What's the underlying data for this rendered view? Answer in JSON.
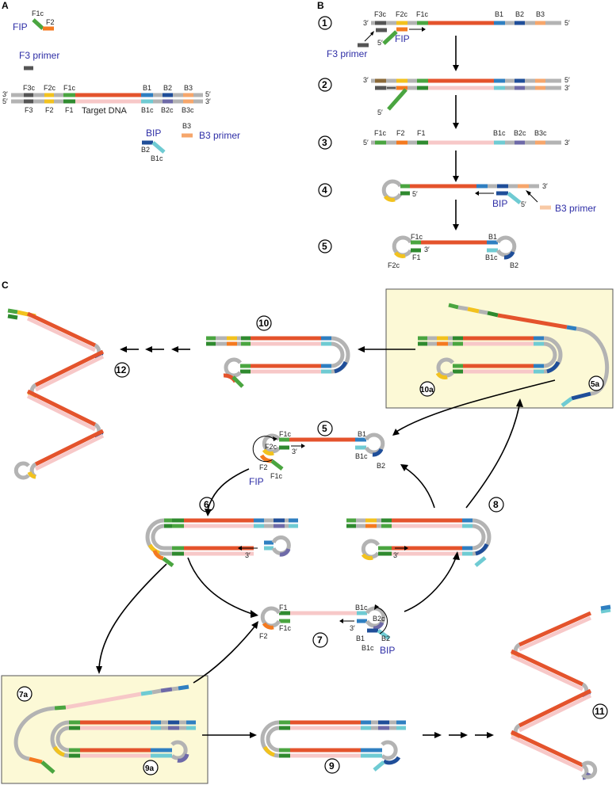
{
  "colors": {
    "gray": "#b3b3b3",
    "dark": "#555555",
    "red": "#e4532c",
    "pink": "#f7c8c8",
    "green": "#4aa540",
    "darkgreen": "#2f8a2f",
    "yellow": "#f2c21e",
    "orange": "#f47a20",
    "blue": "#2f7fc1",
    "navy": "#1f4e99",
    "teal": "#6fcbd3",
    "purple": "#6e6aa8",
    "peach": "#f6a66b",
    "lightyellow": "#fcf9d6",
    "primer_text": "#2e2ea6"
  },
  "panels": {
    "a": "A",
    "b": "B",
    "c": "C"
  },
  "panel_a": {
    "fip": "FIP",
    "f1c": "F1c",
    "f2": "F2",
    "f3_primer": "F3 primer",
    "top_labels": [
      "F3c",
      "F2c",
      "F1c",
      "B1",
      "B2",
      "B3"
    ],
    "bottom_labels": [
      "F3",
      "F2",
      "F1",
      "B1c",
      "B2c",
      "B3c"
    ],
    "target": "Target DNA",
    "end3": "3′",
    "end5": "5′",
    "bip": "BIP",
    "b2": "B2",
    "b1c": "B1c",
    "b3": "B3",
    "b3_primer": "B3 primer"
  },
  "panel_b": {
    "steps": [
      "1",
      "2",
      "3",
      "4",
      "5"
    ],
    "s1_labels": [
      "F3c",
      "F2c",
      "F1c",
      "B1",
      "B2",
      "B3"
    ],
    "s3_labels": [
      "F1c",
      "F2",
      "F1",
      "B1c",
      "B2c",
      "B3c"
    ],
    "s5_labels": [
      "F1c",
      "F1",
      "F2c",
      "B1",
      "B1c",
      "B2"
    ],
    "fip": "FIP",
    "bip": "BIP",
    "f3_primer": "F3 primer",
    "b3_primer": "B3 primer",
    "end3": "3′",
    "end5": "5′"
  },
  "panel_c": {
    "steps": [
      "5",
      "6",
      "7",
      "8",
      "9",
      "10",
      "11",
      "12",
      "5a",
      "7a",
      "9a",
      "10a"
    ],
    "s5_labels": [
      "F1c",
      "B1",
      "F2c",
      "B1c",
      "B2",
      "F2",
      "F1c"
    ],
    "s7_labels": [
      "F1",
      "F1c",
      "F2",
      "B1c",
      "B2c",
      "B1",
      "B2",
      "B1c"
    ],
    "fip": "FIP",
    "bip": "BIP",
    "end3": "3′"
  }
}
